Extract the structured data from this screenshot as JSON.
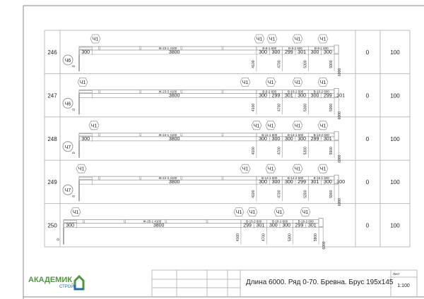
{
  "rows": [
    {
      "id": "246",
      "mark": "Ч6",
      "marker": "Ч1",
      "beam": "Ж-23-1",
      "beam_len": "4100",
      "dims": [
        "300",
        "3800",
        "300",
        "300",
        "299",
        "301",
        "300",
        "300"
      ],
      "pieces": [
        {
          "name": "В-8-1",
          "len": "600"
        },
        {
          "name": "В-8-2",
          "len": "600"
        },
        {
          "name": "В-9-1",
          "len": "600"
        }
      ],
      "verticals": [
        "4100",
        "4700",
        "5300",
        "5900"
      ],
      "total": "6000",
      "zero": "0",
      "col1": "0",
      "col2": "100"
    },
    {
      "id": "247",
      "mark": "Ч6",
      "marker": "Ч1",
      "beam": "Ж-23-3",
      "beam_len": "4100",
      "dims": [
        "3800",
        "300",
        "299",
        "301",
        "300",
        "300",
        "299",
        "301"
      ],
      "pieces": [
        {
          "name": "В-9-2",
          "len": "600"
        },
        {
          "name": "В-10-1",
          "len": "600"
        },
        {
          "name": "В-10-2",
          "len": "600"
        }
      ],
      "verticals": [
        "4100",
        "4700",
        "5300",
        "5900"
      ],
      "total": "6000",
      "zero": "0",
      "col1": "0",
      "col2": "100"
    },
    {
      "id": "248",
      "mark": "Ч7",
      "marker": "Ч1",
      "beam": "Ж-24-1",
      "beam_len": "4100",
      "dims": [
        "300",
        "3800",
        "300",
        "300",
        "300",
        "300",
        "299",
        "301"
      ],
      "pieces": [
        {
          "name": "В-11-1",
          "len": "600"
        },
        {
          "name": "В-13-1",
          "len": "600"
        },
        {
          "name": "В-13-2",
          "len": "600"
        }
      ],
      "verticals": [
        "4100",
        "4700",
        "5300",
        "5900"
      ],
      "total": "6000",
      "zero": "0",
      "col1": "0",
      "col2": "100"
    },
    {
      "id": "249",
      "mark": "Ч7",
      "marker": "Ч1",
      "beam": "Ж-24-3",
      "beam_len": "4100",
      "dims": [
        "3800",
        "300",
        "300",
        "300",
        "299",
        "301",
        "300",
        "300"
      ],
      "pieces": [
        {
          "name": "В-14-1",
          "len": "600"
        },
        {
          "name": "В-14-2",
          "len": "600"
        },
        {
          "name": "В-15-1",
          "len": "600"
        }
      ],
      "verticals": [
        "4100",
        "4700",
        "5300",
        "5900"
      ],
      "total": "6000",
      "zero": "0",
      "col1": "0",
      "col2": "100"
    },
    {
      "id": "250",
      "mark": "",
      "marker": "Ч1",
      "beam": "Ж-25-1",
      "beam_len": "4100",
      "dims": [
        "300",
        "3800",
        "299",
        "301",
        "300",
        "300",
        "299",
        "301"
      ],
      "pieces": [
        {
          "name": "В-15-2",
          "len": "600"
        },
        {
          "name": "В-16-1",
          "len": "600"
        },
        {
          "name": "В-16-2",
          "len": "600"
        }
      ],
      "verticals": [
        "4100",
        "4700",
        "5300",
        "5900"
      ],
      "total": "6000",
      "zero": "0",
      "col1": "0",
      "col2": "100"
    }
  ],
  "title_block": {
    "title": "Длина 6000. Ряд 0-70. Бревна. Брус 195х145",
    "sheet_label": "Лист",
    "scale": "1:100"
  },
  "logo": {
    "main": "АКАДЕМИК",
    "sub": "СТРОЙ",
    "color_green": "#4e9a3a",
    "color_blue": "#1d6fa5"
  }
}
